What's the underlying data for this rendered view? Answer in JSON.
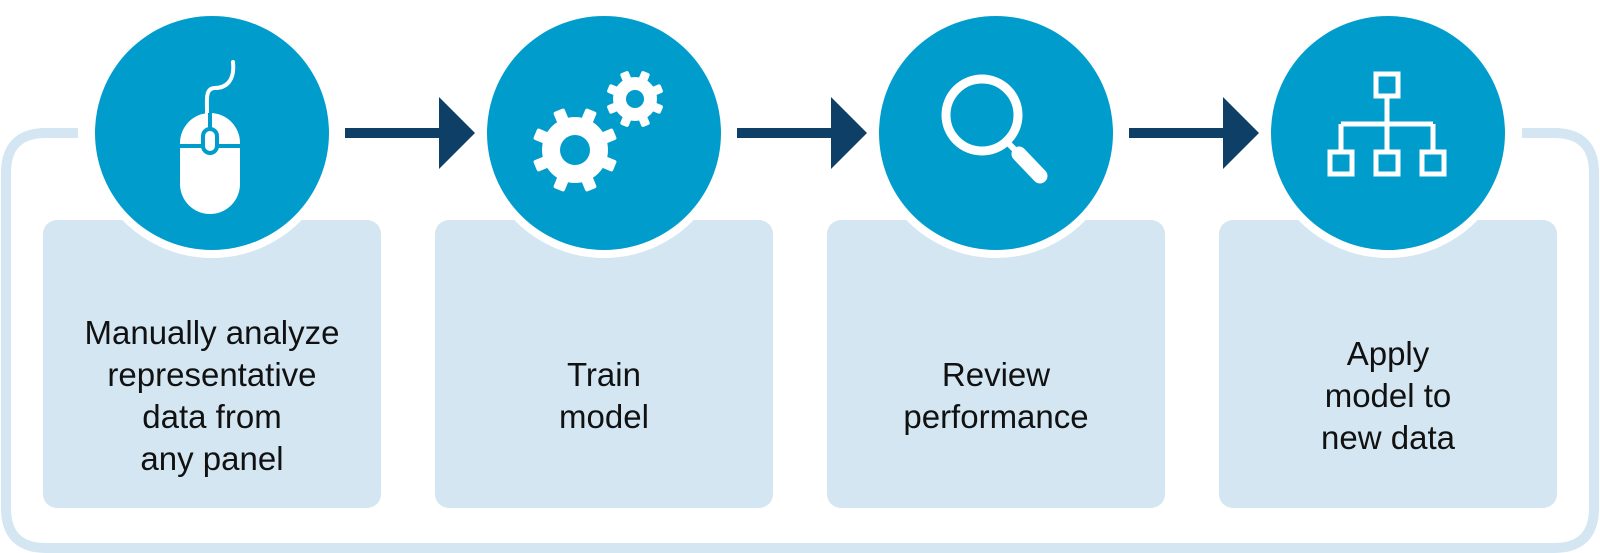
{
  "colors": {
    "circle": "#009dcc",
    "card": "#d3e6f2",
    "frame": "#d3e6f2",
    "arrow": "#0e3f66",
    "text": "#111111"
  },
  "steps": [
    {
      "icon": "computer-mouse-icon",
      "label": "Manually analyze\nrepresentative\ndata from\nany panel"
    },
    {
      "icon": "gears-icon",
      "label": "Train\nmodel"
    },
    {
      "icon": "magnifying-glass-icon",
      "label": "Review\nperformance"
    },
    {
      "icon": "hierarchy-tree-icon",
      "label": "Apply\nmodel to\nnew data"
    }
  ]
}
